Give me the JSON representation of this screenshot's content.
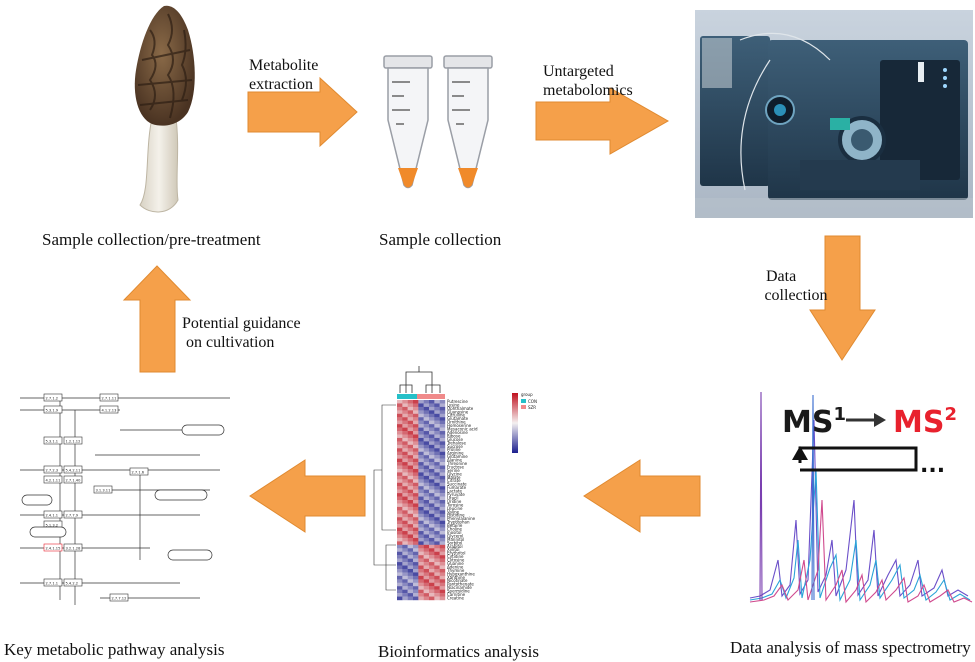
{
  "captions": {
    "step1": "Sample collection/pre-treatment",
    "step2": "Sample collection",
    "step4": "Data analysis of mass spectrometry",
    "step5": "Bioinformatics analysis",
    "step6": "Key metabolic pathway analysis"
  },
  "arrow_labels": {
    "extraction_line1": "Metabolite",
    "extraction_line2": "extraction",
    "untargeted_line1": "Untargeted",
    "untargeted_line2": "metabolomics",
    "data_line1": "Data",
    "data_line2": "collection",
    "guidance_line1": "Potential guidance",
    "guidance_line2": "on cultivation"
  },
  "ms_panel": {
    "ms1": "MS",
    "ms1_sup": "1",
    "ms2": "MS",
    "ms2_sup": "2",
    "ellipsis": "..."
  },
  "heatmap": {
    "legend_title": "group",
    "legend_items": [
      "CON",
      "SZR"
    ],
    "row_labels": [
      "Putrescine",
      "Lysine",
      "Ophthalmate",
      "Guanosine",
      "Citrulline",
      "Glutamate",
      "Ornithine",
      "Homoserine",
      "Mesaconic acid",
      "Adenosine",
      "Ribose",
      "Glucose",
      "Trehalose",
      "Sucrose",
      "Proline",
      "Arginine",
      "Glutamine",
      "Alanine",
      "Threonine",
      "Fructose",
      "Serine",
      "Glycine",
      "Malate",
      "Citrate",
      "Succinate",
      "Fumarate",
      "Lactate",
      "Pyruvate",
      "Uracil",
      "Uridine",
      "Tyrosine",
      "Leucine",
      "Valine",
      "Histidine",
      "Phenylalanine",
      "Tryptophan",
      "Betaine",
      "Choline",
      "Inositol",
      "Glycerol",
      "Mannitol",
      "Sorbitol",
      "Arabitol",
      "Xylitol",
      "Erythritol",
      "Cytidine",
      "Cytosine",
      "Guanine",
      "Adenine",
      "Thymine",
      "Hypoxanthine",
      "Xanthine",
      "Nicotinate",
      "Pantothenate",
      "Niacinamide",
      "Spermidine",
      "Carnitine",
      "Creatine"
    ],
    "colors": {
      "high": "#c0111f",
      "low": "#1b1f8e",
      "mid": "#f4f0f0",
      "con": "#25c0c8",
      "szr": "#f08a8a"
    }
  },
  "pathway_nodes": [
    "2.7.1.2",
    "5.3.1.9",
    "2.7.1.11",
    "4.1.2.13",
    "5.3.1.1",
    "1.2.1.12",
    "2.7.2.3",
    "5.4.2.11",
    "4.2.1.11",
    "2.7.1.40",
    "3.1.3.11",
    "2.4.1.1",
    "2.7.7.9",
    "5.1.3.2",
    "2.4.1.15",
    "3.2.1.28",
    "2.7.1.1",
    "5.4.2.2",
    "2.7.7.12",
    "2.7.1.6"
  ],
  "colors": {
    "arrow": "#f5a04a",
    "arrow_stroke": "#e08a30",
    "ms2_red": "#e8212d"
  }
}
